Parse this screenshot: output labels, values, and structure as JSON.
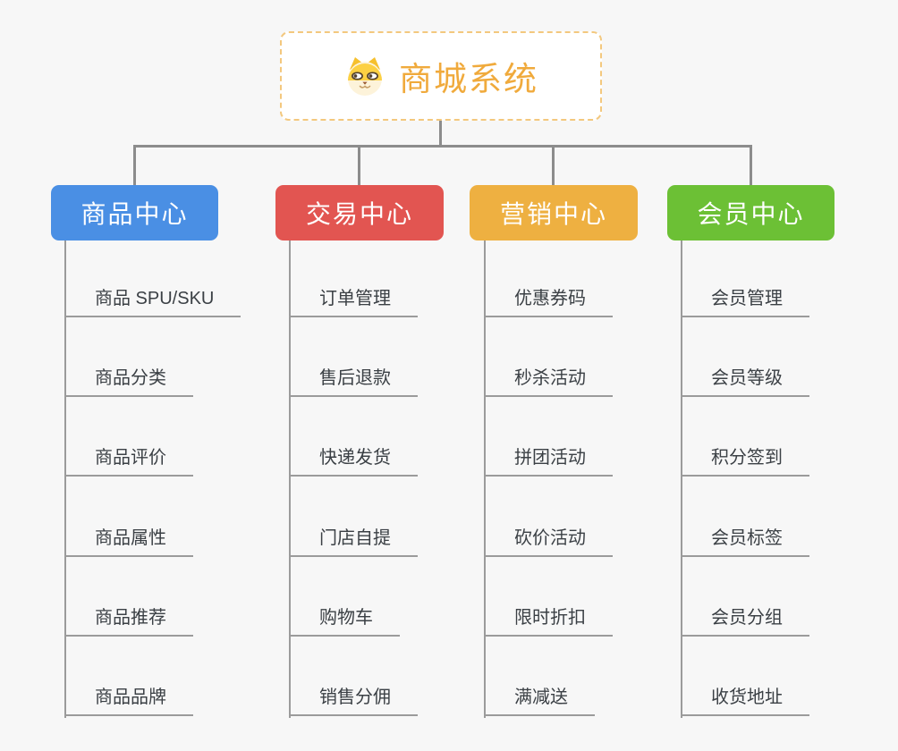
{
  "root": {
    "label": "商城系统",
    "icon": "dog-face-icon",
    "text_color": "#f0aa3c",
    "border_color": "#f3c87e",
    "background": "#ffffff"
  },
  "canvas_background": "#f7f7f7",
  "connector_color": "#8c8c8c",
  "underline_color": "#9b9b9b",
  "topic_text_color": "#3b4045",
  "branches": [
    {
      "label": "商品中心",
      "color": "#4a8fe4",
      "items": [
        "商品 SPU/SKU",
        "商品分类",
        "商品评价",
        "商品属性",
        "商品推荐",
        "商品品牌"
      ]
    },
    {
      "label": "交易中心",
      "color": "#e25551",
      "items": [
        "订单管理",
        "售后退款",
        "快递发货",
        "门店自提",
        "购物车",
        "销售分佣"
      ]
    },
    {
      "label": "营销中心",
      "color": "#eeb041",
      "items": [
        "优惠券码",
        "秒杀活动",
        "拼团活动",
        "砍价活动",
        "限时折扣",
        "满减送"
      ]
    },
    {
      "label": "会员中心",
      "color": "#6cc035",
      "items": [
        "会员管理",
        "会员等级",
        "积分签到",
        "会员标签",
        "会员分组",
        "收货地址"
      ]
    }
  ]
}
